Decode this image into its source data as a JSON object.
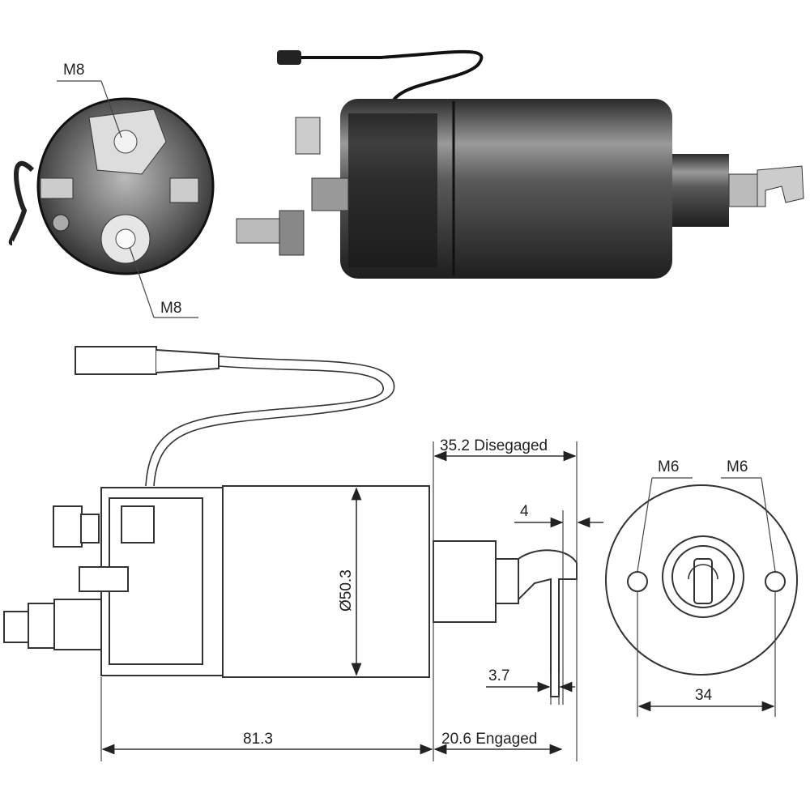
{
  "photo_end_view": {
    "label_top": "M8",
    "label_bottom": "M8"
  },
  "drawing": {
    "disengaged": "35.2 Disegaged",
    "gap": "4",
    "diameter": "Ø50.3",
    "clip": "3.7",
    "length": "81.3",
    "engaged": "20.6 Engaged"
  },
  "end_view": {
    "hole_left": "M6",
    "hole_right": "M6",
    "spacing": "34"
  }
}
